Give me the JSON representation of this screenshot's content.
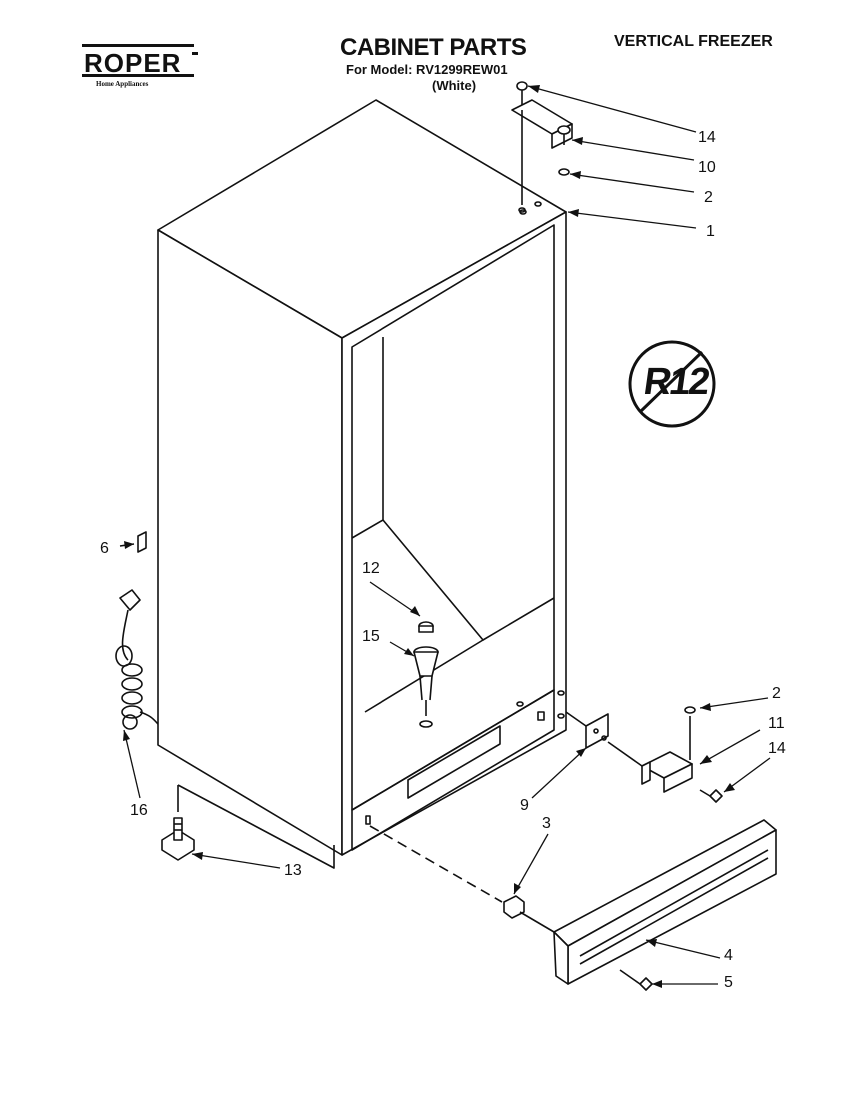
{
  "header": {
    "brand": "ROPER",
    "brand_sub": "Home Appliances",
    "title": "CABINET PARTS",
    "model_line": "For Model: RV1299REW01",
    "color_line": "(White)",
    "category": "VERTICAL FREEZER"
  },
  "badge": {
    "text": "R12"
  },
  "callouts": [
    {
      "id": "14a",
      "label": "14"
    },
    {
      "id": "10",
      "label": "10"
    },
    {
      "id": "2a",
      "label": "2"
    },
    {
      "id": "1",
      "label": "1"
    },
    {
      "id": "6",
      "label": "6"
    },
    {
      "id": "12",
      "label": "12"
    },
    {
      "id": "15",
      "label": "15"
    },
    {
      "id": "2b",
      "label": "2"
    },
    {
      "id": "11",
      "label": "11"
    },
    {
      "id": "14b",
      "label": "14"
    },
    {
      "id": "9",
      "label": "9"
    },
    {
      "id": "3",
      "label": "3"
    },
    {
      "id": "16",
      "label": "16"
    },
    {
      "id": "13",
      "label": "13"
    },
    {
      "id": "4",
      "label": "4"
    },
    {
      "id": "5",
      "label": "5"
    }
  ]
}
